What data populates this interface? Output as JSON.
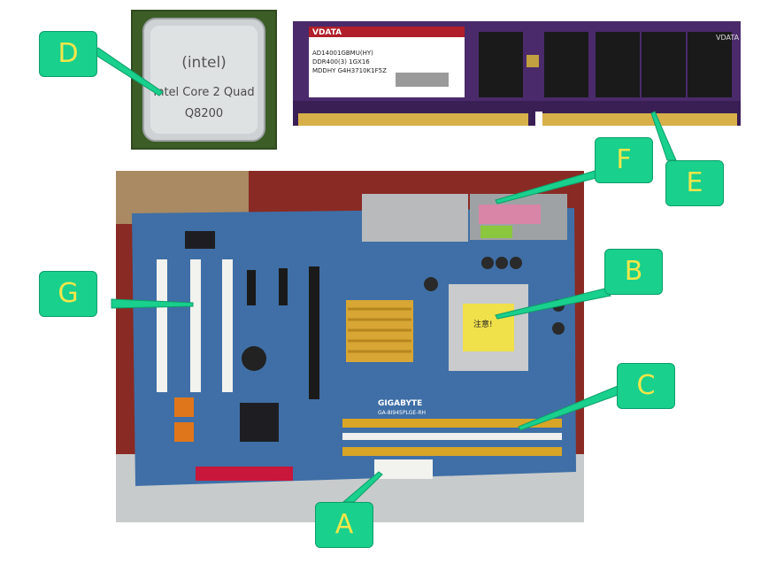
{
  "cpu": {
    "brand_logo": "(intel)",
    "model_line": "Intel Core 2 Quad",
    "model_number": "Q8200"
  },
  "ram": {
    "brand": "VDATA",
    "label_line1": "AD14001GBMU(HY)",
    "label_line2": "DDR400(3) 1GX16",
    "label_line3": "MDDHY G4H3710K1F5Z",
    "chip_text": "VDATA"
  },
  "board": {
    "brand": "GIGABYTE",
    "model": "GA-8I945PLGE-RH",
    "warning_label": "注意!"
  },
  "callouts": {
    "A": "A",
    "B": "B",
    "C": "C",
    "D": "D",
    "E": "E",
    "F": "F",
    "G": "G"
  },
  "colors": {
    "callout_fill": "#19d08d",
    "callout_text": "#f3e64a",
    "board_blue": "#3f6fa6",
    "slot_white": "#f2f2ee",
    "dimm_yellow": "#d8a526",
    "ram_pcb": "#4a2a6a"
  }
}
